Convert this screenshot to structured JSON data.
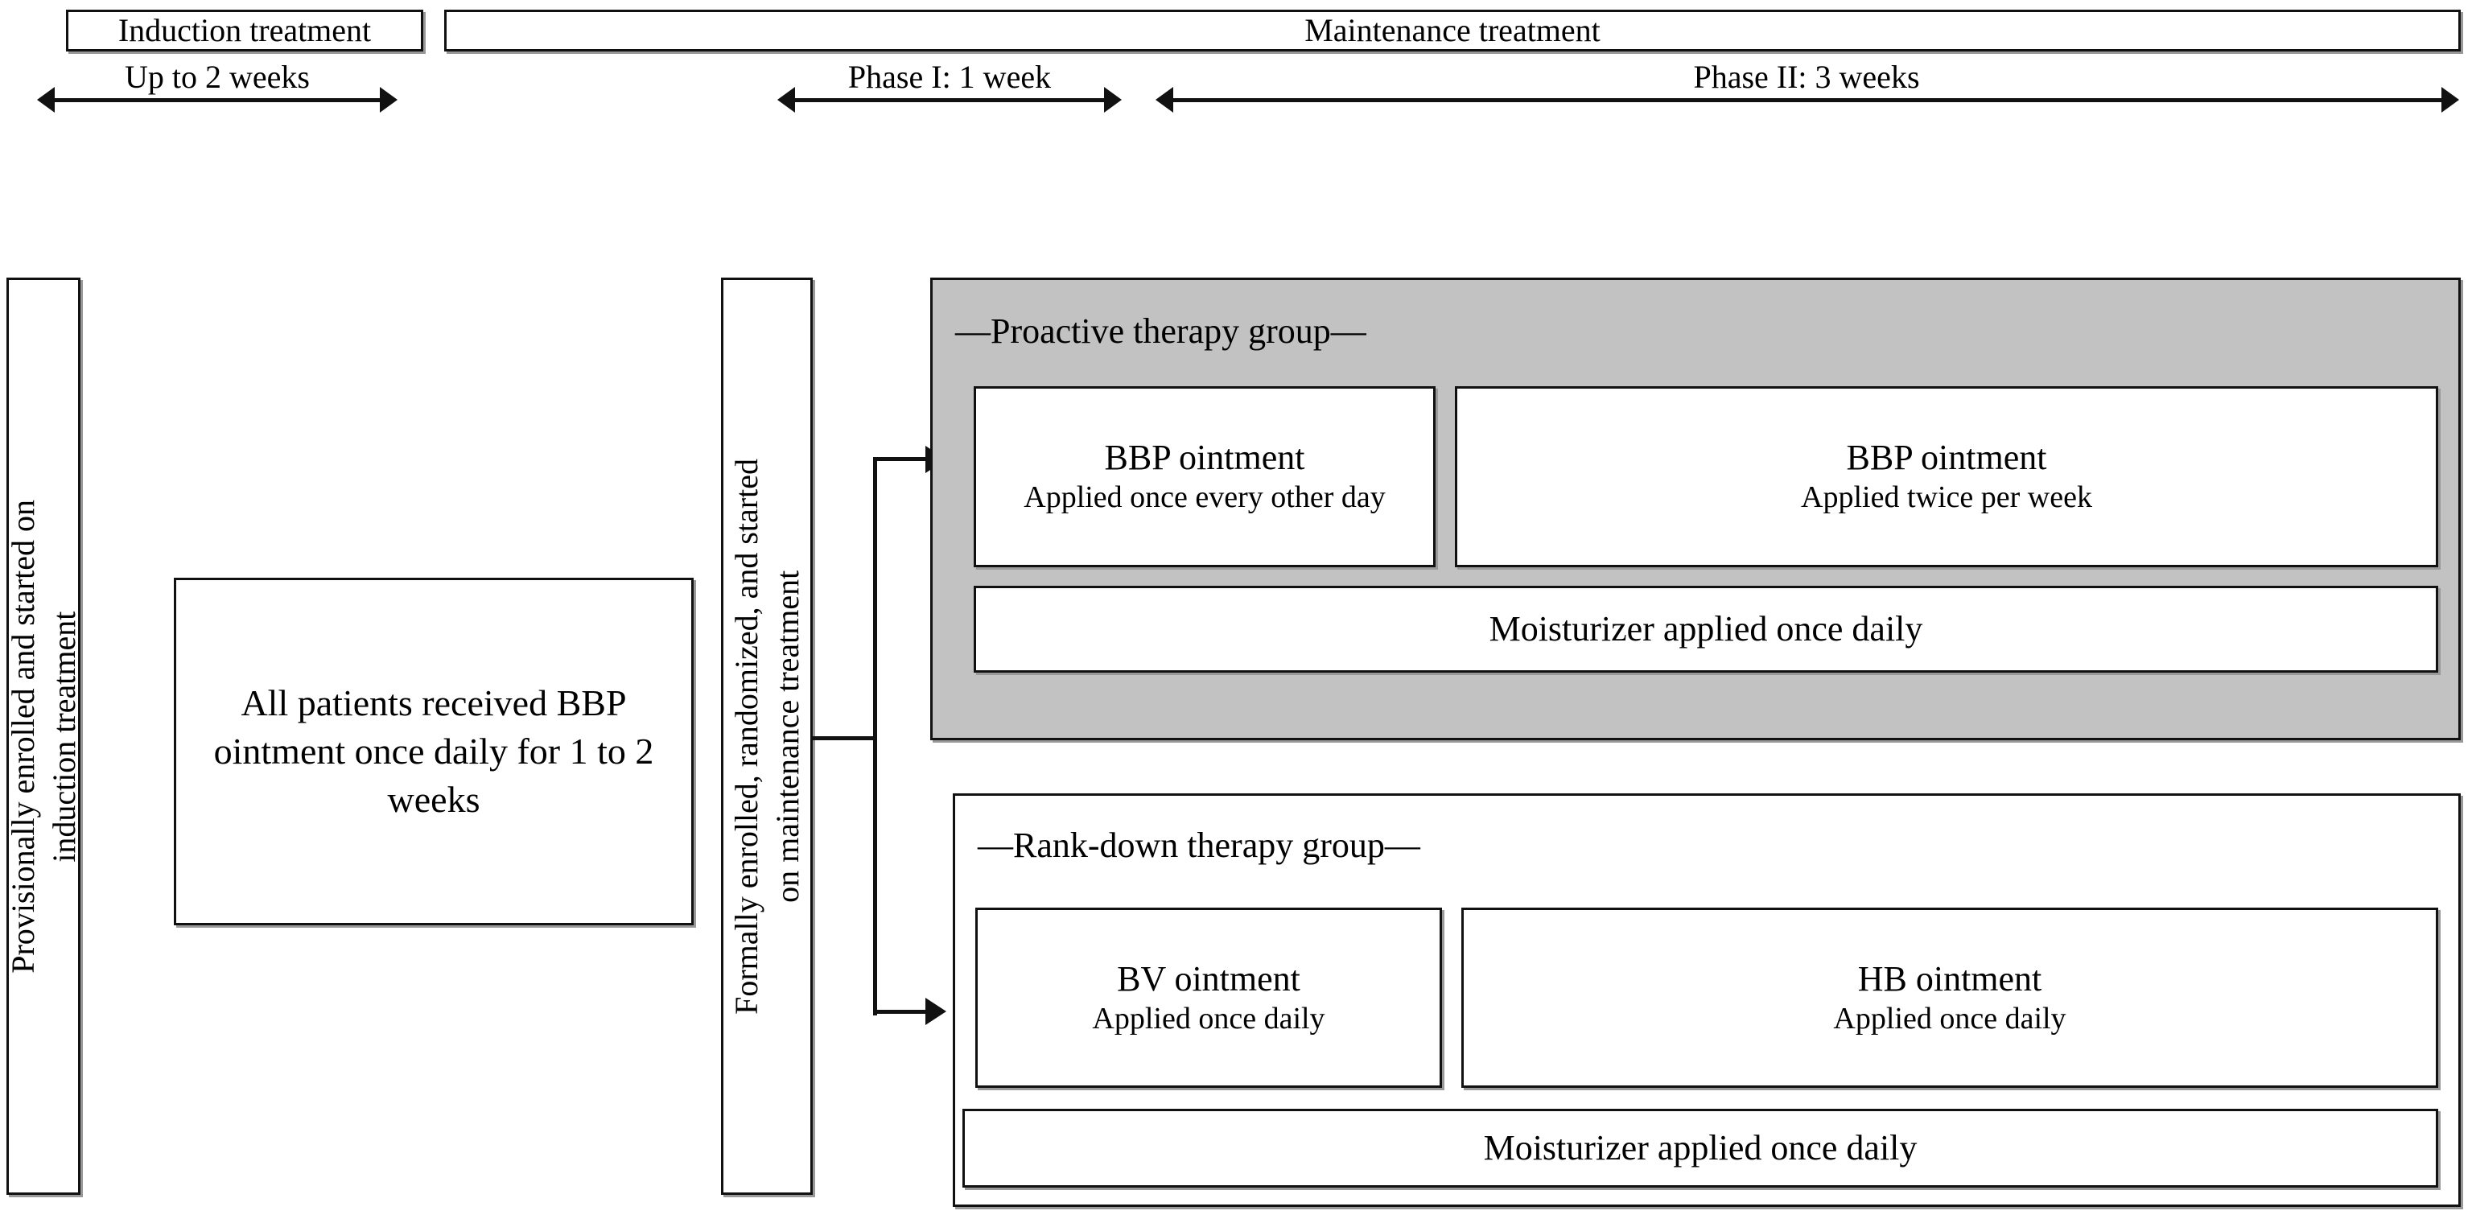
{
  "header": {
    "phases": [
      {
        "label": "Induction treatment",
        "duration": "Up to 2 weeks"
      },
      {
        "label": "Maintenance treatment",
        "duration_phase1": "Phase I: 1 week",
        "duration_phase2": "Phase II: 3 weeks"
      }
    ],
    "induction_label": "Induction treatment",
    "maintenance_label": "Maintenance treatment",
    "induction_duration": "Up to 2 weeks",
    "phase1_duration": "Phase I: 1 week",
    "phase2_duration": "Phase II: 3 weeks"
  },
  "enrollment": {
    "provisional_label": "Provisionally enrolled and started on\ninduction treatment",
    "formal_label": "Formally enrolled, randomized, and started\non maintenance treatment"
  },
  "induction": {
    "all_patients_text": "All patients received BBP ointment once daily for 1 to 2 weeks"
  },
  "groups": {
    "proactive": {
      "title": "—Proactive therapy group—",
      "background_color": "#c2c2c2",
      "phase1": {
        "drug": "BBP ointment",
        "regimen": "Applied once every other day"
      },
      "phase2": {
        "drug": "BBP ointment",
        "regimen": "Applied twice per week"
      },
      "moisturizer": "Moisturizer applied once daily"
    },
    "rankdown": {
      "title": "—Rank-down therapy group—",
      "background_color": "#ffffff",
      "phase1": {
        "drug": "BV ointment",
        "regimen": "Applied once daily"
      },
      "phase2": {
        "drug": "HB ointment",
        "regimen": "Applied once daily"
      },
      "moisturizer": "Moisturizer applied once daily"
    }
  },
  "colors": {
    "line": "#111111",
    "panel_gray": "#c2c2c2",
    "shadow": "#999999"
  }
}
